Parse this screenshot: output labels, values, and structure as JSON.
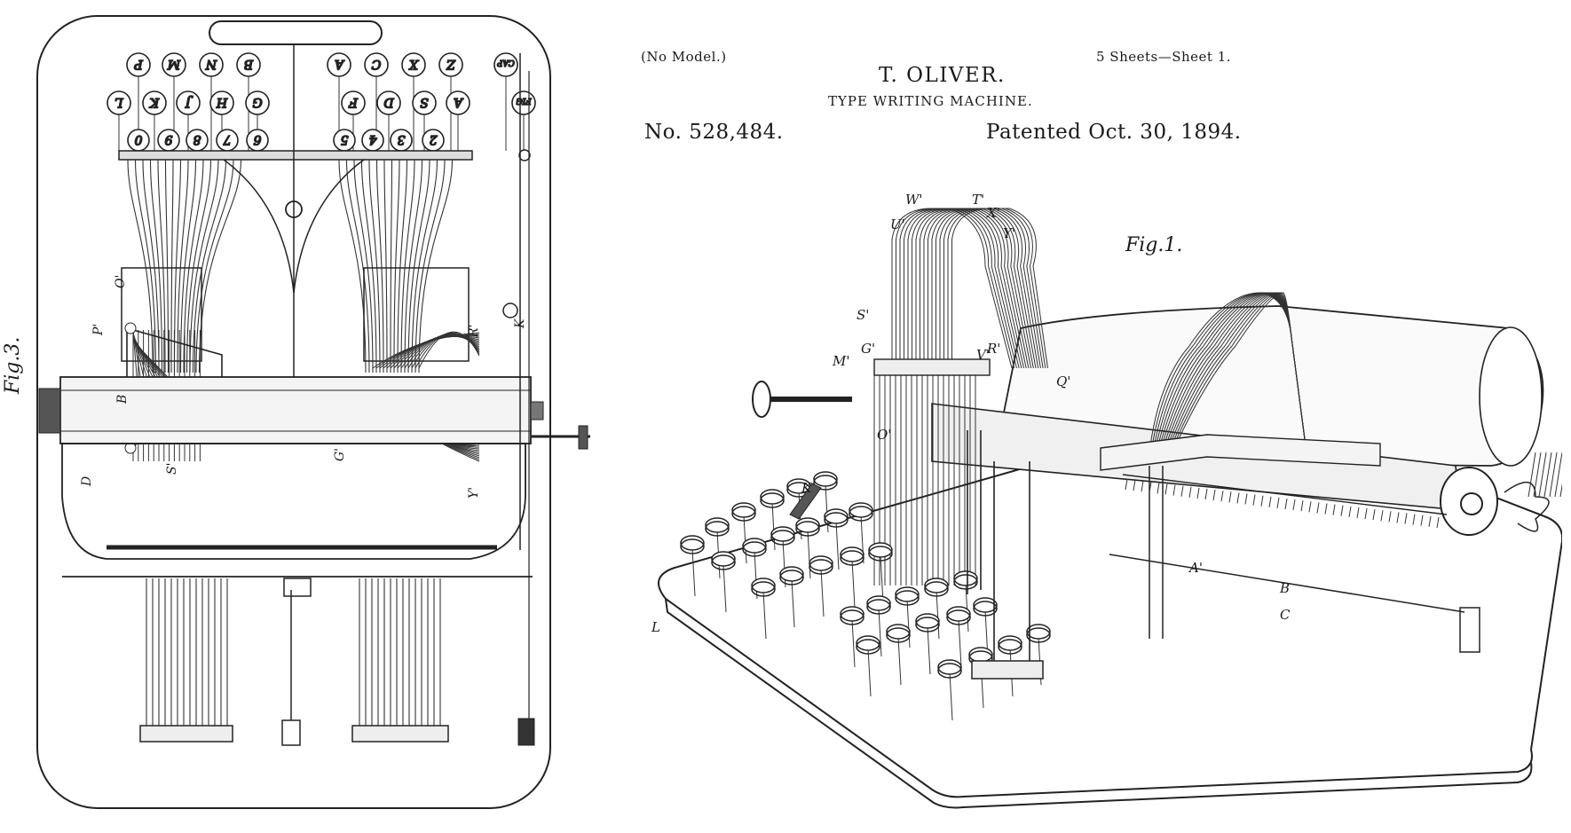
{
  "header": {
    "model_note": "(No Model.)",
    "sheet_note": "5 Sheets—Sheet 1.",
    "inventor": "T. OLIVER.",
    "title": "TYPE WRITING MACHINE.",
    "patent_number": "No. 528,484.",
    "patent_date": "Patented Oct. 30, 1894."
  },
  "figures": {
    "fig1_label": "Fig.1.",
    "fig3_label": "Fig.3."
  },
  "fig3": {
    "keys_row1": [
      "P",
      "M",
      "N",
      "B",
      "A",
      "C",
      "X",
      "Z",
      "CAP"
    ],
    "keys_row2": [
      "L",
      "K",
      "J",
      "H",
      "G",
      "F",
      "D",
      "S",
      "A",
      "FIG"
    ],
    "keys_row3": [
      "0",
      "9",
      "8",
      "7",
      "6",
      "5",
      "4",
      "3",
      "2"
    ],
    "part_letters": [
      "O'",
      "P'",
      "B",
      "S'",
      "G'",
      "R'",
      "K",
      "Y'",
      "D"
    ]
  },
  "fig1": {
    "part_letters": [
      "W'",
      "T'",
      "X'",
      "U'",
      "Y'",
      "S'",
      "V'",
      "R'",
      "Q'",
      "M'",
      "G'",
      "O'",
      "K",
      "B",
      "A'",
      "C",
      "L"
    ]
  }
}
